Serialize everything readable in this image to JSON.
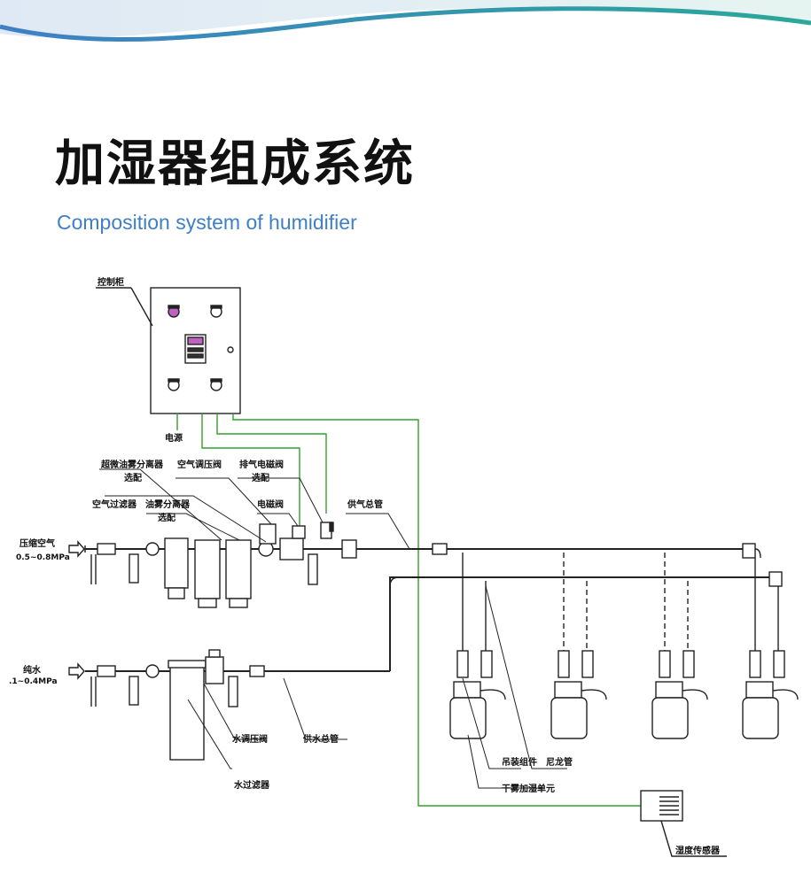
{
  "header": {
    "title": "加湿器组成系统",
    "subtitle": "Composition system of humidifier",
    "colors": {
      "wave_blue": "#3f7fc6",
      "wave_teal": "#2aa89a",
      "subtitle": "#3f7fc6",
      "signal_line": "#33a02c"
    }
  },
  "diagram": {
    "labels": {
      "control_cabinet": "控制柜",
      "power": "电源",
      "oil_mist_separator_ultra": "超微油雾分离器",
      "optional_1": "选配",
      "air_regulating_valve": "空气调压阀",
      "exhaust_solenoid_valve": "排气电磁阀",
      "optional_2": "选配",
      "air_filter": "空气过滤器",
      "oil_mist_separator": "油雾分离器",
      "optional_3": "选配",
      "solenoid_valve": "电磁阀",
      "air_supply_main": "供气总管",
      "compressed_air": "压缩空气",
      "air_pressure": "0.5~0.8MPa",
      "pure_water": "纯水",
      "water_pressure": ".1~0.4MPa",
      "water_regulating_valve": "水调压阀",
      "water_supply_main": "供水总管",
      "water_filter": "水过滤器",
      "hanging_assembly": "吊装组件",
      "nylon_tube": "尼龙管",
      "dry_fog_unit": "干雾加湿单元",
      "humidity_sensor": "湿度传感器"
    }
  }
}
